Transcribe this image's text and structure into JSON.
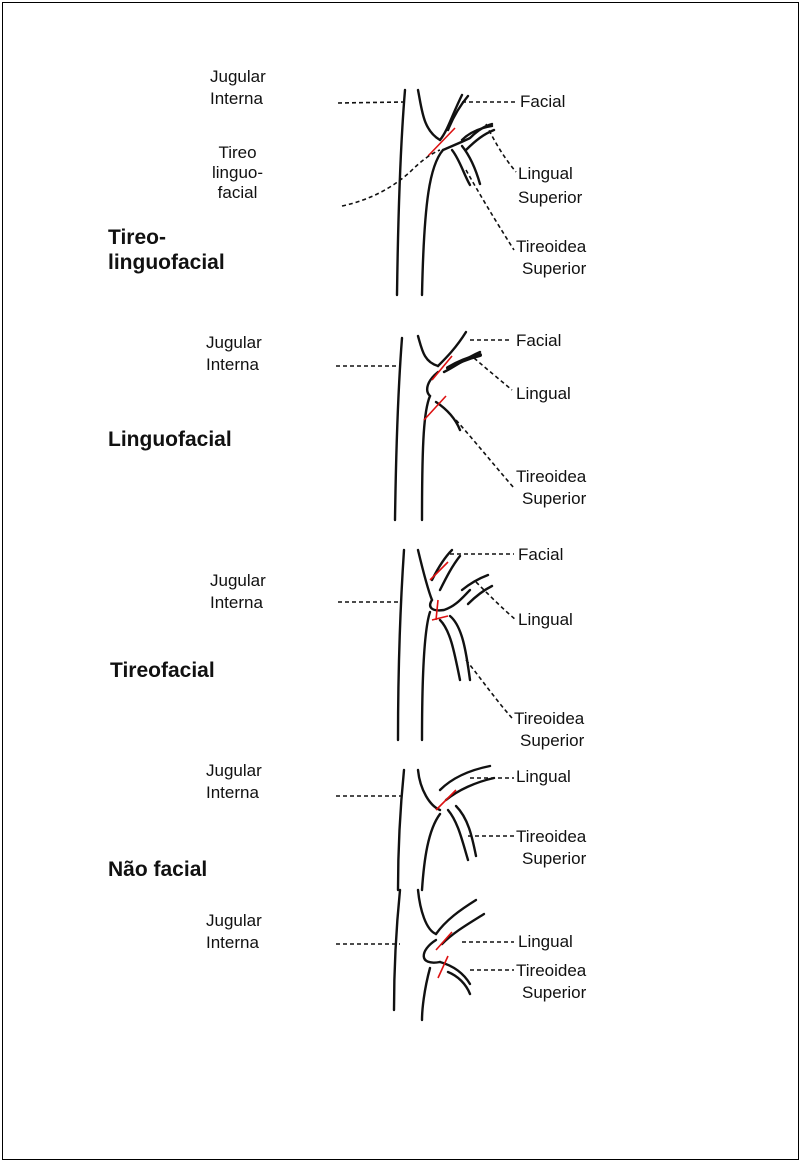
{
  "panels": [
    {
      "type_label": "Tireo-\nlinguofacial",
      "jugular_label": "Jugular\nInterna",
      "tireolinguofacial_label": "Tireo\nlinguo-\nfacial",
      "facial_label": "Facial",
      "lingual_label": "Lingual\nSuperior",
      "tireoidea_label": "Tireoidea\nSuperior"
    },
    {
      "type_label": "Linguofacial",
      "jugular_label": "Jugular\nInterna",
      "facial_label": "Facial",
      "lingual_label": "Lingual",
      "tireoidea_label": "Tireoidea\nSuperior"
    },
    {
      "type_label": "Tireofacial",
      "jugular_label": "Jugular\nInterna",
      "facial_label": "Facial",
      "lingual_label": "Lingual",
      "tireoidea_label": "Tireoidea\nSuperior"
    },
    {
      "type_label": "Não facial",
      "jugular_label": "Jugular\nInterna",
      "lingual_label": "Lingual",
      "tireoidea_label": "Tireoidea\nSuperior"
    },
    {
      "jugular_label": "Jugular\nInterna",
      "lingual_label": "Lingual",
      "tireoidea_label": "Tireoidea\nSuperior"
    }
  ],
  "colors": {
    "vein": "#111111",
    "ligature": "#dd1111",
    "frame": "#000000"
  }
}
